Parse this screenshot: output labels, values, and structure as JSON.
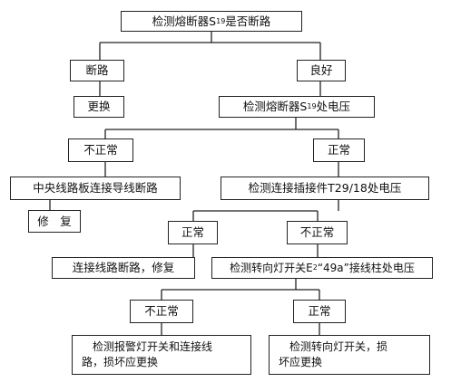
{
  "nodes": {
    "n1": {
      "pre": "检测熔断器S",
      "sub": "19",
      "post": "是否断路"
    },
    "n2": {
      "text": "断路"
    },
    "n3": {
      "text": "良好"
    },
    "n4": {
      "text": "更换"
    },
    "n5": {
      "pre": "检测熔断器S",
      "sub": "19",
      "post": "处电压"
    },
    "n6": {
      "text": "不正常"
    },
    "n7": {
      "text": "正常"
    },
    "n8": {
      "text": "中央线路板连接导线断路"
    },
    "n9": {
      "text": "检测连接插接件T29/18处电压"
    },
    "n10": {
      "text": "修　复"
    },
    "n11": {
      "text": "正常"
    },
    "n12": {
      "text": "不正常"
    },
    "n13": {
      "text": "连接线路断路，修复"
    },
    "n14": {
      "pre": "检测转向灯开关E",
      "sub": "2",
      "post": "“49a”接线柱处电压"
    },
    "n15": {
      "text": "不正常"
    },
    "n16": {
      "text": "正常"
    },
    "n17": {
      "line1": "检测报警灯开关和连接线",
      "line2": "路，损坏应更换"
    },
    "n18": {
      "line1": "检测转向灯开关，损",
      "line2": "坏应更换"
    }
  }
}
